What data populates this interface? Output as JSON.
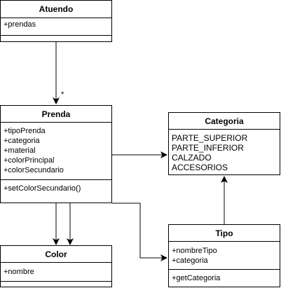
{
  "diagram": {
    "classes": {
      "atuendo": {
        "name": "Atuendo",
        "attributes": [
          "+prendas"
        ],
        "methods": []
      },
      "prenda": {
        "name": "Prenda",
        "attributes": [
          "+tipoPrenda",
          "+categoria",
          "+material",
          "+colorPrincipal",
          "+colorSecundario"
        ],
        "methods": [
          "+setColorSecundario()"
        ]
      },
      "categoria": {
        "name": "Categoria",
        "values": [
          "PARTE_SUPERIOR",
          "PARTE_INFERIOR",
          "CALZADO",
          "ACCESORIOS"
        ]
      },
      "color": {
        "name": "Color",
        "attributes": [
          "+nombre"
        ],
        "methods": []
      },
      "tipo": {
        "name": "Tipo",
        "attributes": [
          "+nombreTipo",
          "+categoria"
        ],
        "methods": [
          "+getCategoria"
        ]
      }
    },
    "multiplicity": {
      "atuendo_prenda": "*"
    }
  }
}
